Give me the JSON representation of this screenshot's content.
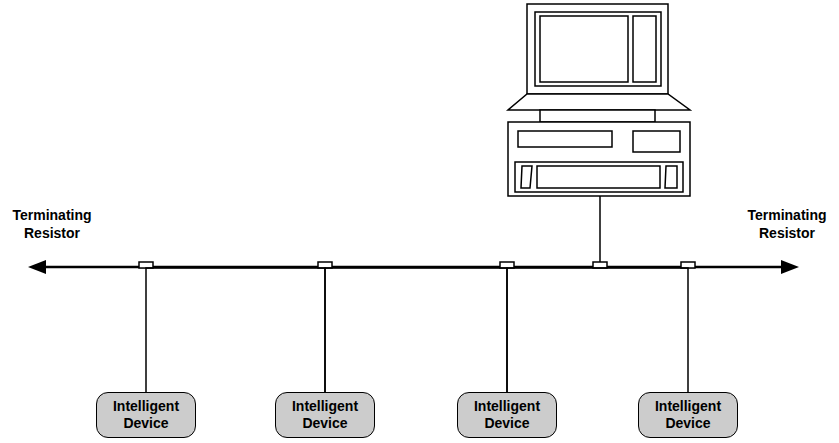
{
  "diagram": {
    "nodes": [
      {
        "text": [
          "Intelligent Device"
        ]
      },
      {
        "text": [
          "Intelligent Device"
        ]
      },
      {
        "text": [
          "Intelligent Device"
        ]
      },
      {
        "text": [
          "Intelligent Device"
        ]
      }
    ],
    "edges": [
      {
        "from": 0,
        "to": 1,
        "arrow": "none"
      },
      {
        "from": 1,
        "to": 2,
        "arrow": "none"
      },
      {
        "from": 2,
        "to": 3,
        "arrow": "none"
      }
    ],
    "labels": [
      "Terminating Resistor",
      "Terminating Resistor"
    ]
  }
}
